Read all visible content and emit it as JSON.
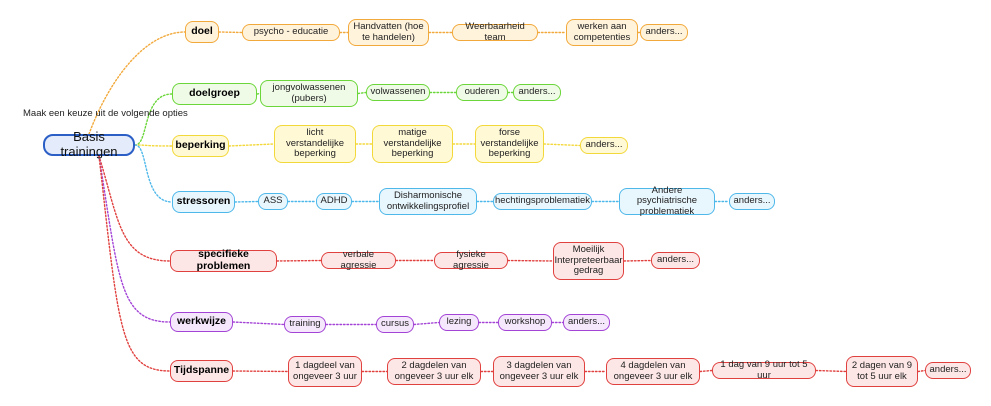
{
  "intro": "Maak een keuze uit de volgende opties",
  "root": {
    "label": "Basis trainingen"
  },
  "colors": {
    "orange": "#f2a93b",
    "green": "#6bd63a",
    "yellow": "#f3d83a",
    "cyan": "#4fb8ea",
    "red": "#e0413f",
    "purple": "#a344d6",
    "blue": "#2b5fc6"
  },
  "categories": [
    {
      "label": "doel",
      "color": "orange",
      "options": [
        "psycho - educatie",
        "Handvatten (hoe te handelen)",
        "Weerbaarheid team",
        "werken aan competenties",
        "anders..."
      ]
    },
    {
      "label": "doelgroep",
      "color": "green",
      "options": [
        "jongvolwassenen (pubers)",
        "volwassenen",
        "ouderen",
        "anders..."
      ]
    },
    {
      "label": "beperking",
      "color": "yellow",
      "options": [
        "licht verstandelijke beperking",
        "matige verstandelijke beperking",
        "forse verstandelijke beperking",
        "anders..."
      ]
    },
    {
      "label": "stressoren",
      "color": "cyan",
      "options": [
        "ASS",
        "ADHD",
        "Disharmonische ontwikkelingsprofiel",
        "hechtingsproblematiek",
        "Andere psychiatrische problematiek",
        "anders..."
      ]
    },
    {
      "label": "specifieke problemen",
      "color": "red",
      "options": [
        "verbale agressie",
        "fysieke agressie",
        "Moeilijk Interpreteerbaar gedrag",
        "anders..."
      ]
    },
    {
      "label": "werkwijze",
      "color": "purple",
      "options": [
        "training",
        "cursus",
        "lezing",
        "workshop",
        "anders..."
      ]
    },
    {
      "label": "Tijdspanne",
      "color": "red",
      "options": [
        "1 dagdeel van ongeveer 3 uur",
        "2 dagdelen van ongeveer 3 uur elk",
        "3 dagdelen van ongeveer 3 uur elk",
        "4 dagdelen van ongeveer 3 uur elk",
        "1 dag van 9 uur tot 5 uur",
        "2 dagen van 9 tot 5 uur elk",
        "anders..."
      ]
    }
  ]
}
